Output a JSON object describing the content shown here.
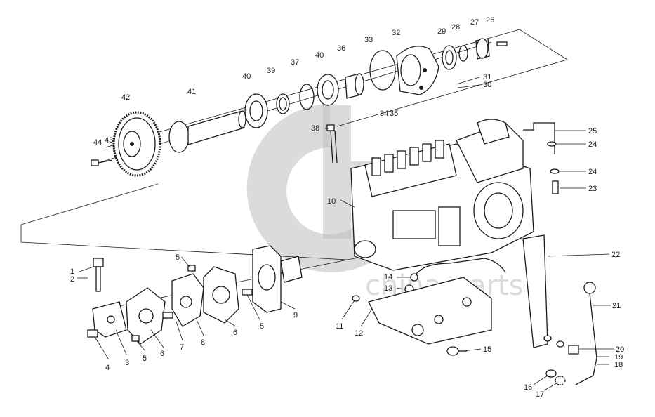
{
  "watermark": {
    "text": "china-parts"
  },
  "callouts": [
    "1",
    "2",
    "3",
    "4",
    "5",
    "5",
    "5",
    "6",
    "6",
    "7",
    "8",
    "9",
    "10",
    "11",
    "12",
    "13",
    "14",
    "15",
    "16",
    "17",
    "18",
    "19",
    "20",
    "21",
    "22",
    "23",
    "24",
    "24",
    "25",
    "26",
    "27",
    "28",
    "29",
    "30",
    "31",
    "32",
    "33",
    "34",
    "35",
    "36",
    "37",
    "38",
    "39",
    "40",
    "40",
    "41",
    "42",
    "43",
    "44"
  ]
}
